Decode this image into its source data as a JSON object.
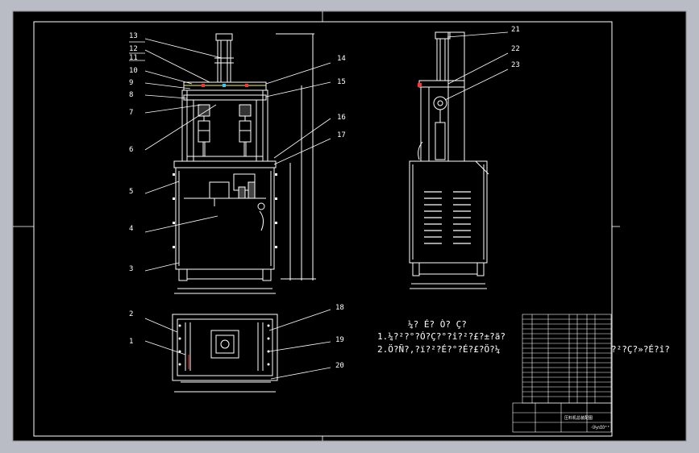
{
  "part_labels": [
    "1",
    "2",
    "3",
    "4",
    "5",
    "6",
    "7",
    "8",
    "9",
    "10",
    "11",
    "12",
    "13",
    "14",
    "15",
    "16",
    "17",
    "18",
    "19",
    "20",
    "21",
    "22",
    "23"
  ],
  "notes": {
    "heading": "¼? É? Ò? Ç?",
    "line1": "1.¼?²?°?Ó?Ç?°?î?²?£?±?ã?",
    "line2": "2.Ö?Ñ?,?ï?²?É?°?É?£?Ö?¼",
    "line2_tail": "?²?Ç?»?É?î?"
  },
  "title_block": {
    "drawing_name": "压料机总装配图",
    "company": "·Ù½ñÌÓ°²"
  },
  "colors": {
    "background": "#000000",
    "lines": "#ffffff",
    "frame": "#b9bcc4"
  }
}
